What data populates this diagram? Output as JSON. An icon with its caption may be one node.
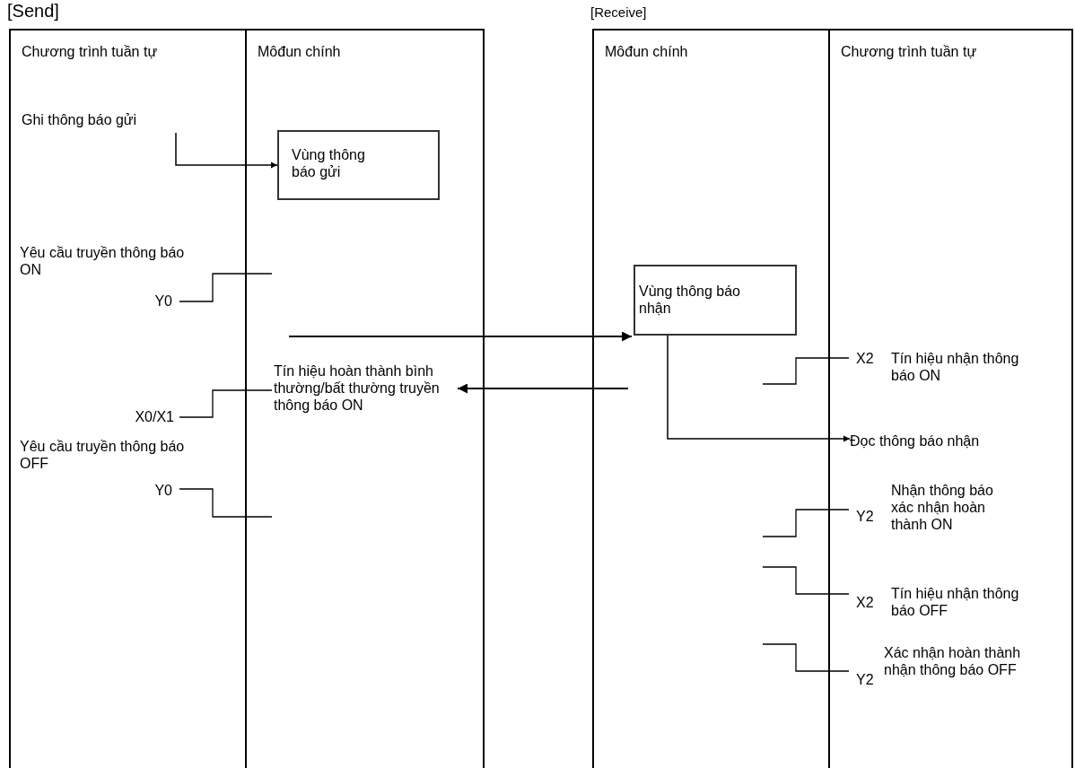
{
  "diagram": {
    "nodes": [
      {
        "text": [
          "[Send]"
        ]
      },
      {
        "text": [
          "Chương trình tuần tự"
        ],
        "in": 0
      },
      {
        "text": [
          "Môđun chính"
        ],
        "in": 0
      },
      {
        "text": [
          "[Receive]"
        ]
      },
      {
        "text": [
          "Môđun chính"
        ],
        "in": 3
      },
      {
        "text": [
          "Chương trình tuần tự"
        ],
        "in": 3
      },
      {
        "text": [
          "Ghi thông báo gửi"
        ],
        "in": 1
      },
      {
        "text": [
          "Vùng thông báo gửi"
        ],
        "in": 2
      },
      {
        "text": [
          "Vùng thông báo nhận"
        ],
        "in": 4
      },
      {
        "text": [
          "Tín hiệu hoàn thành bình thường/bất thường truyền thông báo ON"
        ],
        "in": 2
      },
      {
        "text": [
          "Đọc thông báo nhận"
        ],
        "in": 5
      }
    ],
    "edges": [
      {
        "from": 6,
        "to": 7,
        "arrow": "to"
      },
      {
        "from": null,
        "to": 8,
        "arrow": "to"
      },
      {
        "from": null,
        "to": 9,
        "arrow": "to"
      },
      {
        "from": 8,
        "to": 10,
        "arrow": "to"
      }
    ],
    "labels": [
      "Yêu cầu truyền thông báo ON",
      "Y0",
      "X2",
      "Tín hiệu nhận thông báo ON",
      "X0/X1",
      "Yêu cầu truyền thông báo OFF",
      "Y0",
      "Y2",
      "Nhận thông báo xác nhận hoàn thành ON",
      "X2",
      "Tín hiệu nhận thông báo OFF",
      "Y2",
      "Xác nhận hoàn thành nhận thông báo OFF"
    ]
  }
}
